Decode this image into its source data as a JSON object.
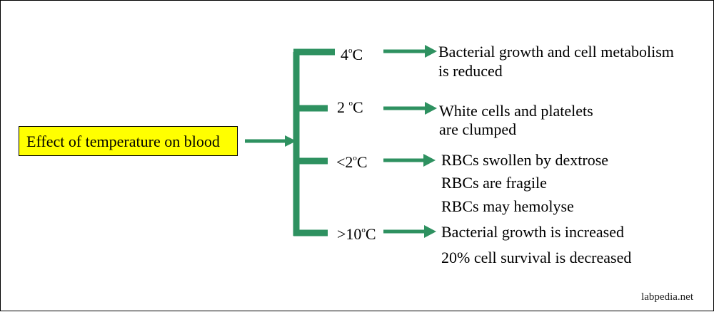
{
  "root": {
    "label": "Effect of temperature on blood"
  },
  "branches": [
    {
      "temp": "4",
      "unit": "C",
      "effects": [
        "Bacterial growth and  cell metabolism",
        "is reduced"
      ]
    },
    {
      "temp": "2 ",
      "unit": "C",
      "effects": [
        "White cells and platelets",
        "are clumped"
      ]
    },
    {
      "temp": "<2",
      "unit": "C",
      "effects": [
        "RBCs swollen by dextrose",
        "RBCs are fragile",
        "RBCs may hemolyse"
      ]
    },
    {
      "temp": ">10",
      "unit": "C",
      "effects": [
        "Bacterial growth is increased",
        "20% cell survival is decreased"
      ]
    }
  ],
  "degree_symbol": "o",
  "credit": "labpedia.net",
  "colors": {
    "arrow": "#2e9160",
    "root_fill": "#ffff00"
  }
}
